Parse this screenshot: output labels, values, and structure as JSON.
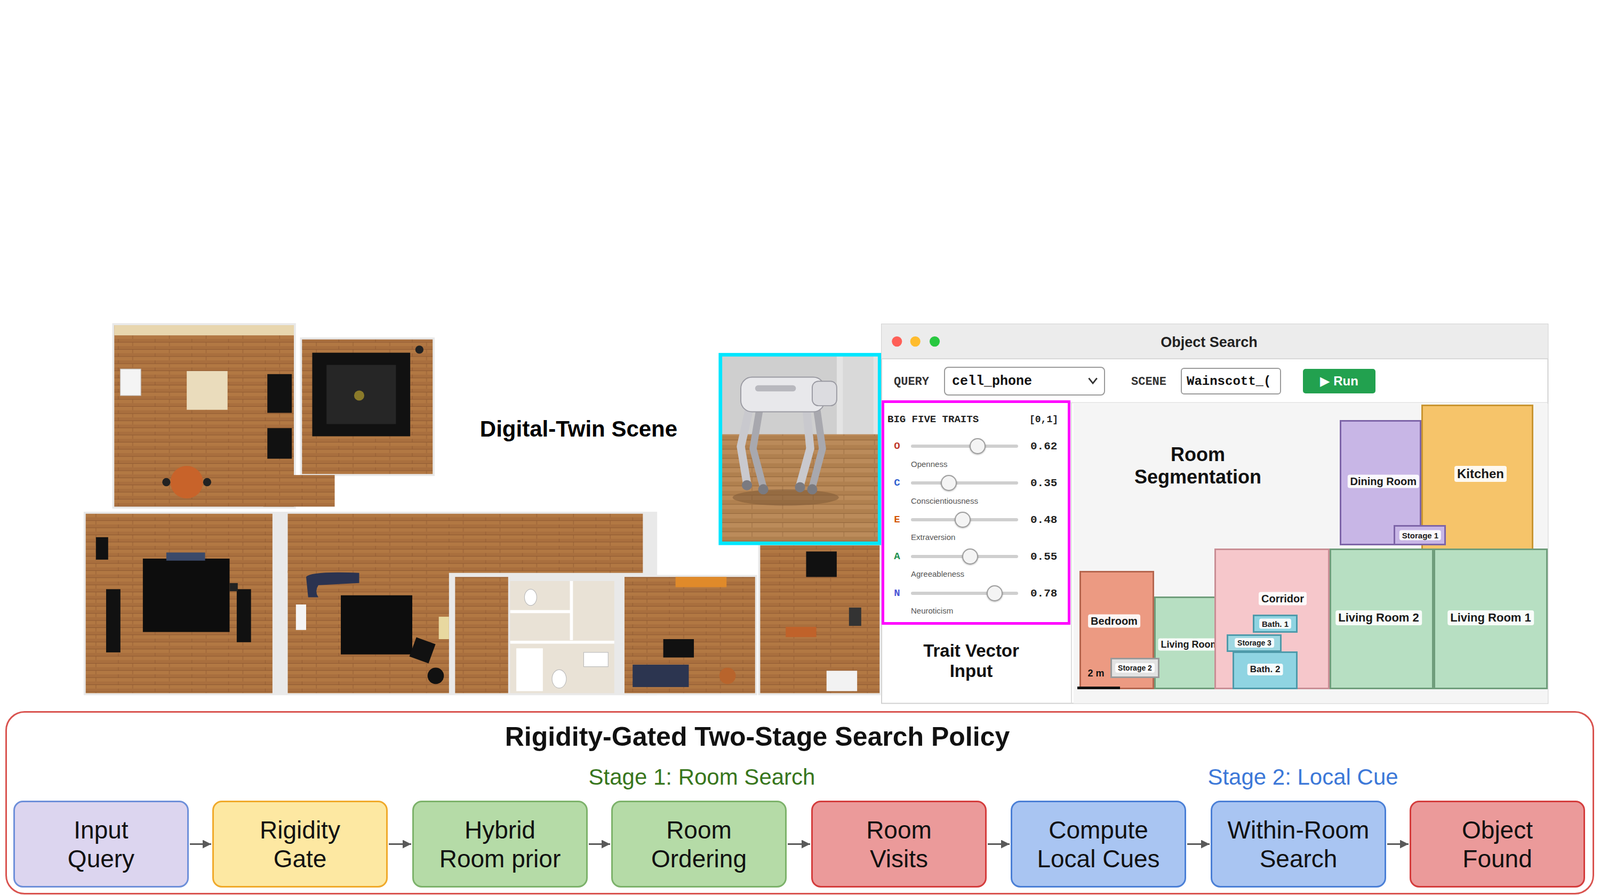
{
  "diagram": {
    "nodes": [
      {
        "text": [
          "Object Search"
        ]
      },
      {
        "text": [
          "cell_phone"
        ],
        "in": 0
      },
      {
        "text": [
          "Wainscott_("
        ],
        "in": 0
      },
      {
        "text": [
          "▶ Run"
        ],
        "in": 0
      },
      {
        "text": [
          "BIG FIVE TRAITS",
          "[0,1]",
          "O",
          "Openness",
          "0.62",
          "C",
          "Conscientiousness",
          "0.35",
          "E",
          "Extraversion",
          "0.48",
          "A",
          "Agreeableness",
          "0.55",
          "N",
          "Neuroticism",
          "0.78"
        ],
        "in": 0
      },
      {
        "text": [
          "Dining Room"
        ],
        "in": 0
      },
      {
        "text": [
          "Kitchen"
        ],
        "in": 0
      },
      {
        "text": [
          "Storage 1"
        ],
        "in": 0
      },
      {
        "text": [
          "Bedroom"
        ],
        "in": 0
      },
      {
        "text": [
          "Living Room"
        ],
        "in": 0
      },
      {
        "text": [
          "Corridor"
        ],
        "in": 0
      },
      {
        "text": [
          "Bath. 1"
        ],
        "in": 0
      },
      {
        "text": [
          "Storage 3"
        ],
        "in": 0
      },
      {
        "text": [
          "Bath. 2"
        ],
        "in": 0
      },
      {
        "text": [
          "Storage 2"
        ],
        "in": 0
      },
      {
        "text": [
          "Living Room 2"
        ],
        "in": 0
      },
      {
        "text": [
          "Living Room 1"
        ],
        "in": 0
      },
      {
        "text": [
          "Rigidity-Gated Two-Stage Search Policy"
        ]
      },
      {
        "text": [
          "Input Query"
        ],
        "in": 17
      },
      {
        "text": [
          "Rigidity Gate"
        ],
        "in": 17
      },
      {
        "text": [
          "Hybrid Room prior"
        ],
        "in": 17
      },
      {
        "text": [
          "Room Ordering"
        ],
        "in": 17
      },
      {
        "text": [
          "Room Visits"
        ],
        "in": 17
      },
      {
        "text": [
          "Compute Local Cues"
        ],
        "in": 17
      },
      {
        "text": [
          "Within-Room Search"
        ],
        "in": 17
      },
      {
        "text": [
          "Object Found"
        ],
        "in": 17
      }
    ],
    "edges": [
      {
        "from": 18,
        "to": 19,
        "arrow": "to"
      },
      {
        "from": 19,
        "to": 20,
        "arrow": "to"
      },
      {
        "from": 20,
        "to": 21,
        "arrow": "to"
      },
      {
        "from": 21,
        "to": 22,
        "arrow": "to"
      },
      {
        "from": 22,
        "to": 23,
        "arrow": "to"
      },
      {
        "from": 23,
        "to": 24,
        "arrow": "to"
      },
      {
        "from": 24,
        "to": 25,
        "arrow": "to"
      }
    ],
    "labels": [
      "Digital-Twin Scene",
      "QUERY",
      "SCENE",
      "Room Segmentation",
      "Trait Vector Input",
      "2 m",
      "Stage 1: Room Search",
      "Stage 2: Local Cue"
    ]
  }
}
